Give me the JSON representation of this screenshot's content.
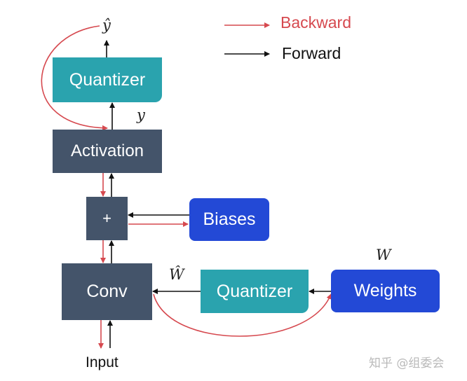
{
  "colors": {
    "forward": "#111111",
    "backward": "#d6494f",
    "dark_box": "#44546a",
    "teal_box": "#2aa3ae",
    "blue_box": "#2349d6"
  },
  "legend": {
    "backward_label": "Backward",
    "forward_label": "Forward"
  },
  "nodes": {
    "quantizer_top": "Quantizer",
    "activation": "Activation",
    "plus": "+",
    "biases": "Biases",
    "conv": "Conv",
    "quantizer_bottom": "Quantizer",
    "weights": "Weights"
  },
  "math_labels": {
    "y_hat": "ŷ",
    "y": "y",
    "w_hat": "Ŵ",
    "w": "W"
  },
  "input_label": "Input",
  "watermark": "知乎 @组委会"
}
